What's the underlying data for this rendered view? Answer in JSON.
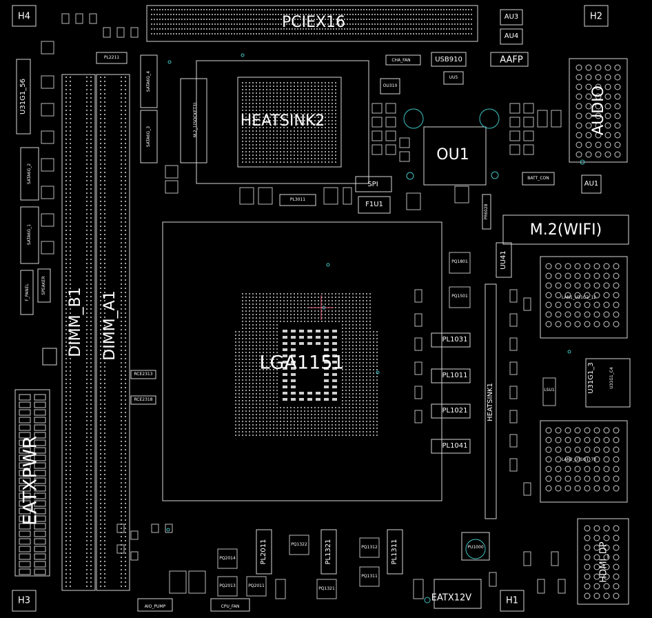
{
  "labels": {
    "pciex16": "PCIEX16",
    "audio": "AUDIO",
    "m2_wifi": "M.2(WIFI)",
    "lga1151": "LGA1151",
    "eatxpwr": "EATXPWR",
    "dimm_b1": "DIMM_B1",
    "dimm_a1": "DIMM_A1",
    "heatsink1": "HEATSINK1",
    "heatsink2": "HEATSINK2",
    "ou1": "OU1",
    "lan1": "LAN1_U31G2_12",
    "lan2": "LAN2_U31G1_78",
    "u31g1_3": "U31G1_3",
    "hdmi_dp": "HDMI_DP",
    "eatx12v": "EATX12V",
    "sata_4": "SATA6G_4",
    "sata_3": "SATA6G_3",
    "sata_2": "SATA6G_2",
    "sata_1": "SATA6G_1",
    "u31g1_56": "U31G1_56",
    "f_panel": "F_PANEL",
    "speaker": "SPEAKER",
    "m2_socket3": "M.2_1(SOCKET3)",
    "usb910": "USB910",
    "aafp": "AAFP",
    "cha_fan": "CHA_FAN",
    "spi": "SPI",
    "f1u1": "F1U1",
    "pl3011": "PL3011",
    "pl2211": "PL2211",
    "pl1031": "PL1031",
    "pl1011": "PL1011",
    "pl1021": "PL1021",
    "pl1041": "PL1041",
    "pl2011": "PL2011",
    "pl1321": "PL1321",
    "pl1311": "PL1311",
    "uu41": "UU41",
    "au1": "AU1",
    "au3": "AU3",
    "au4": "AU4",
    "h1": "H1",
    "h2": "H2",
    "h3": "H3",
    "h4": "H4",
    "aio_pump": "AIO_PUMP",
    "cpu_fan": "CPU_FAN",
    "batt_con": "BATT_CON",
    "pr6028": "PR6028",
    "ou310": "OU310",
    "uu5": "UU5",
    "u31g1_c4": "U31G1_C4",
    "lsu1": "LSU1",
    "pu1000": "PU1000",
    "pq2014": "PQ2014",
    "pq2013": "PQ2013",
    "pq2011": "PQ2011",
    "pq1322": "PQ1322",
    "pq1321": "PQ1321",
    "pq1312": "PQ1312",
    "pq1311": "PQ1311",
    "pq1501": "PQ1501",
    "pq1801": "PQ1801",
    "rce2313": "RCE2313",
    "rce2318": "RCE2318"
  },
  "colors": {
    "background": "#000000",
    "traces": "#d8d8d8",
    "cyan_marks": "#3fc4c4",
    "crosshair": "#e05a7a"
  }
}
